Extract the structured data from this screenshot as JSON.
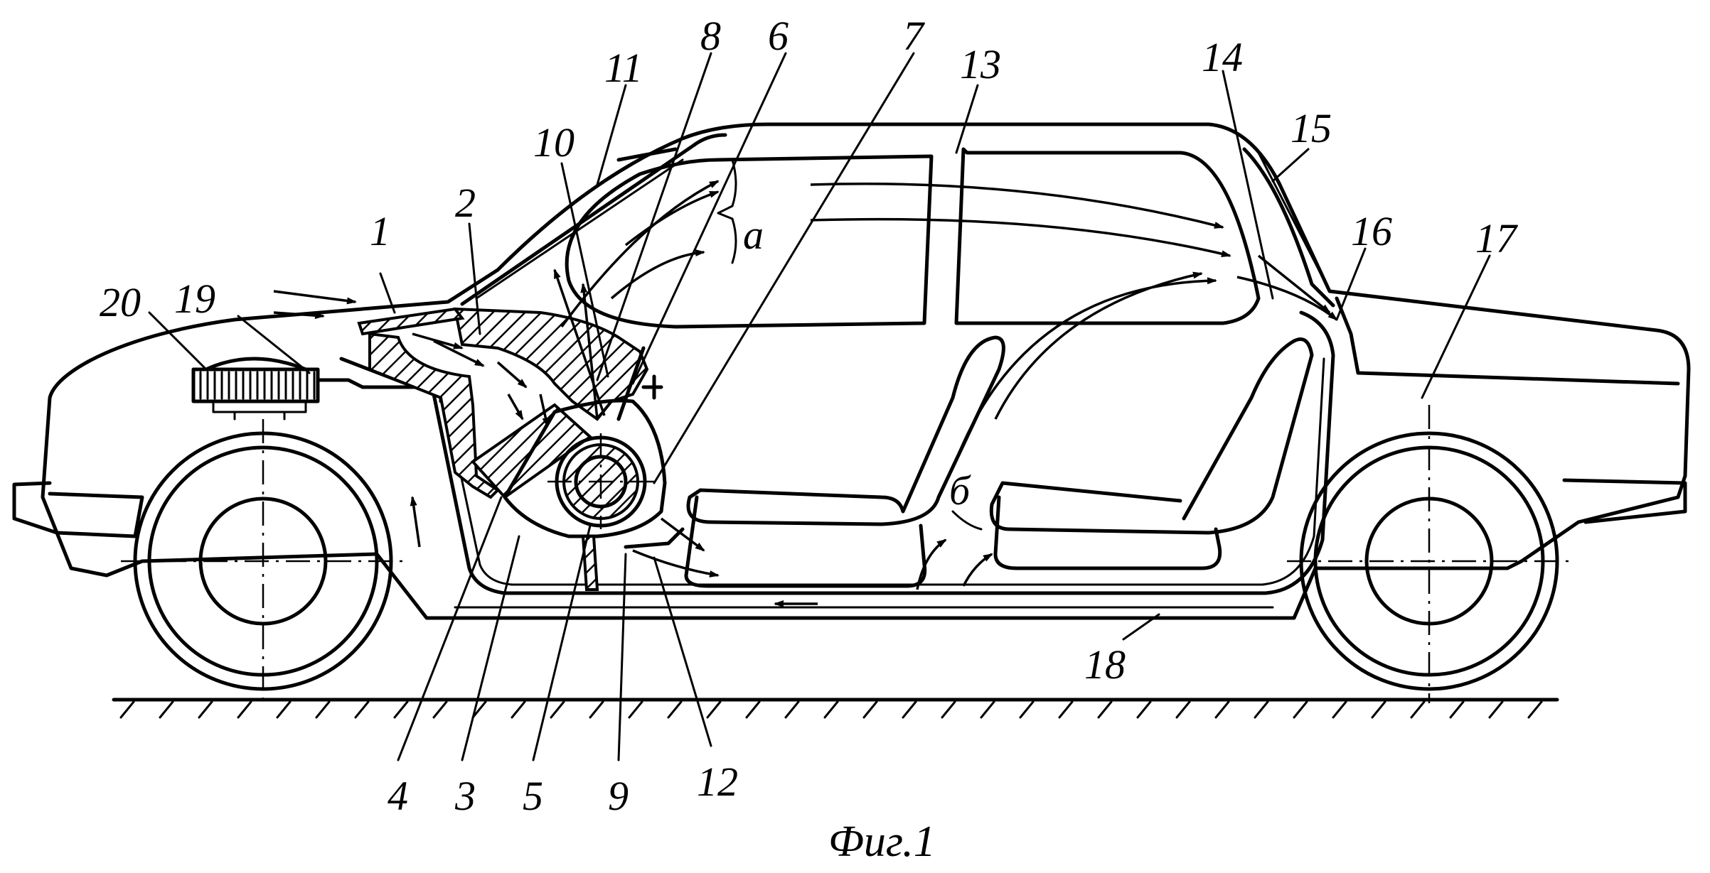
{
  "figure": {
    "caption": "Фиг.1",
    "labels": [
      {
        "id": "1",
        "text": "1"
      },
      {
        "id": "2",
        "text": "2"
      },
      {
        "id": "3",
        "text": "3"
      },
      {
        "id": "4",
        "text": "4"
      },
      {
        "id": "5",
        "text": "5"
      },
      {
        "id": "6",
        "text": "6"
      },
      {
        "id": "7",
        "text": "7"
      },
      {
        "id": "8",
        "text": "8"
      },
      {
        "id": "9",
        "text": "9"
      },
      {
        "id": "10",
        "text": "10"
      },
      {
        "id": "11",
        "text": "11"
      },
      {
        "id": "12",
        "text": "12"
      },
      {
        "id": "13",
        "text": "13"
      },
      {
        "id": "14",
        "text": "14"
      },
      {
        "id": "15",
        "text": "15"
      },
      {
        "id": "16",
        "text": "16"
      },
      {
        "id": "17",
        "text": "17"
      },
      {
        "id": "18",
        "text": "18"
      },
      {
        "id": "19",
        "text": "19"
      },
      {
        "id": "20",
        "text": "20"
      }
    ],
    "zones": [
      {
        "id": "a",
        "text": "a"
      },
      {
        "id": "b",
        "text": "б"
      }
    ]
  }
}
